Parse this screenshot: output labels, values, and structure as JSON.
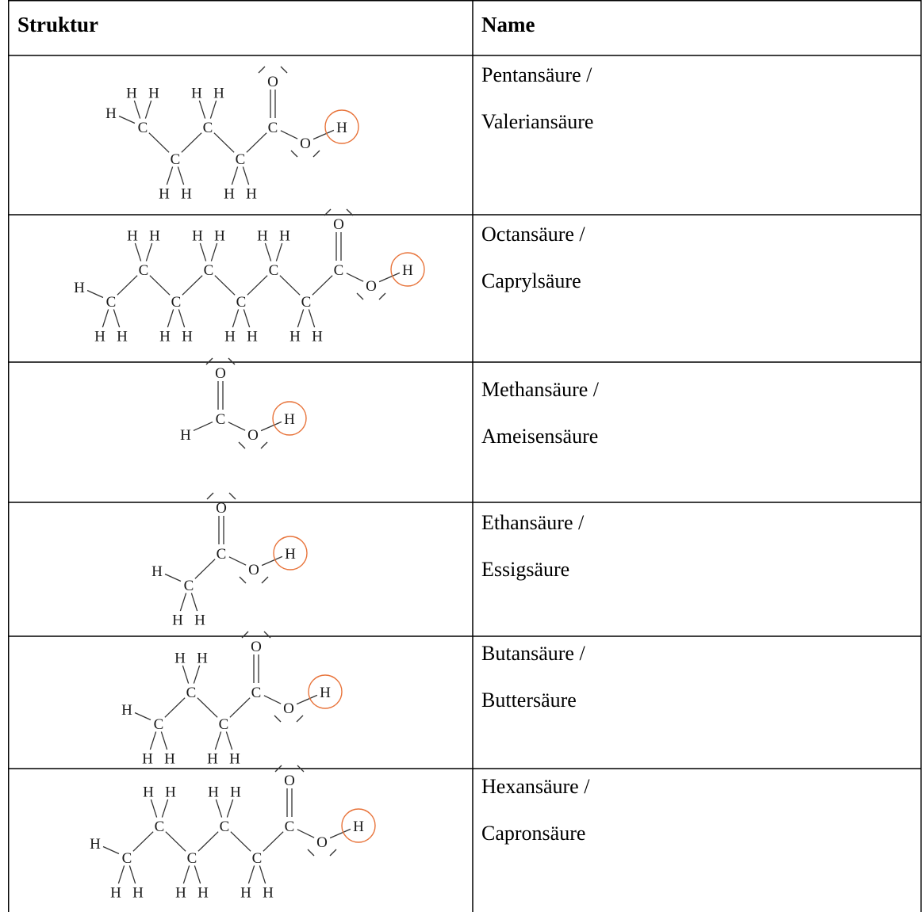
{
  "table": {
    "headers": {
      "structure": "Struktur",
      "name": "Name"
    },
    "highlight_color": "#e8743b",
    "rows": [
      {
        "name_line1": "Pentansäure /",
        "name_line2": "Valeriansäure"
      },
      {
        "name_line1": "Octansäure /",
        "name_line2": "Caprylsäure"
      },
      {
        "name_line1": "Methansäure /",
        "name_line2": "Ameisensäure"
      },
      {
        "name_line1": "Ethansäure /",
        "name_line2": "Essigsäure"
      },
      {
        "name_line1": "Butansäure /",
        "name_line2": "Buttersäure"
      },
      {
        "name_line1": "Hexansäure /",
        "name_line2": "Capronsäure"
      }
    ]
  },
  "atoms": {
    "carbon": "C",
    "hydrogen": "H",
    "oxygen": "O"
  }
}
